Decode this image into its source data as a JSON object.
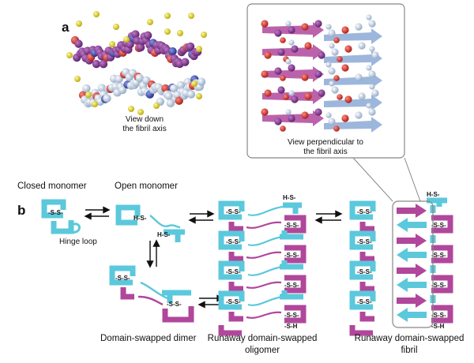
{
  "panel_a": {
    "letter": "a",
    "left_caption": [
      "View down",
      "the fibril axis"
    ],
    "right_caption": [
      "View perpendicular to",
      "the fibril axis"
    ]
  },
  "panel_b": {
    "letter": "b",
    "stage_labels": {
      "closed": "Closed monomer",
      "open": "Open monomer",
      "hinge": "Hinge loop",
      "dimer": "Domain-swapped dimer",
      "oligomer": [
        "Runaway domain-swapped",
        "oligomer"
      ],
      "fibril": [
        "Runaway domain-swapped",
        "fibril"
      ]
    },
    "ss": "-S-S-",
    "hs": "H-S-",
    "sh": "-S-H"
  },
  "colors": {
    "cyan": "#5bc8dc",
    "magenta": "#b0479b",
    "purple": "#6a2a7a",
    "pale": "#c3d6ea",
    "red": "#d93a2e",
    "yellow": "#e8e022",
    "blue": "#3b4aa8",
    "frame": "#888888"
  }
}
